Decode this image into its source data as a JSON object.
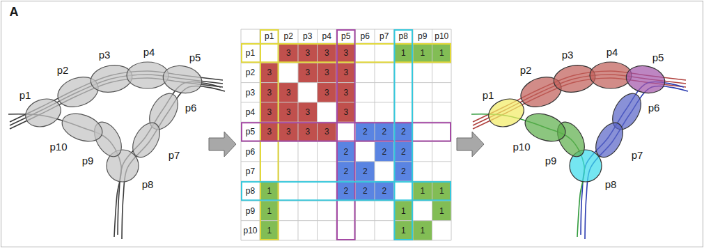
{
  "diagram": {
    "nodes": [
      {
        "text": [
          "p1"
        ]
      },
      {
        "text": [
          "p2"
        ]
      },
      {
        "text": [
          "p3"
        ]
      },
      {
        "text": [
          "p4"
        ]
      },
      {
        "text": [
          "p5"
        ]
      },
      {
        "text": [
          "p6"
        ]
      },
      {
        "text": [
          "p7"
        ]
      },
      {
        "text": [
          "p8"
        ]
      },
      {
        "text": [
          "p9"
        ]
      },
      {
        "text": [
          "p10"
        ]
      },
      {
        "text": [
          "p1"
        ]
      },
      {
        "text": [
          "p2"
        ]
      },
      {
        "text": [
          "p3"
        ]
      },
      {
        "text": [
          "p4"
        ]
      },
      {
        "text": [
          "p5"
        ]
      },
      {
        "text": [
          "p6"
        ]
      },
      {
        "text": [
          "p7"
        ]
      },
      {
        "text": [
          "p8"
        ]
      },
      {
        "text": [
          "p9"
        ]
      },
      {
        "text": [
          "p10"
        ]
      }
    ],
    "labels": [
      "A",
      "p1",
      "p2",
      "p3",
      "p4",
      "p5",
      "p6",
      "p7",
      "p8",
      "p9",
      "p10",
      "p1",
      "3",
      "3",
      "3",
      "3",
      "1",
      "1",
      "1",
      "p2",
      "3",
      "3",
      "3",
      "3",
      "p3",
      "3",
      "3",
      "3",
      "3",
      "p4",
      "3",
      "3",
      "3",
      "3",
      "p5",
      "3",
      "3",
      "3",
      "3",
      "2",
      "2",
      "2",
      "p6",
      "2",
      "2",
      "2",
      "p7",
      "2",
      "2",
      "2",
      "p8",
      "1",
      "2",
      "2",
      "2",
      "1",
      "1",
      "p9",
      "1",
      "1",
      "1",
      "p10",
      "1",
      "1",
      "1"
    ]
  }
}
